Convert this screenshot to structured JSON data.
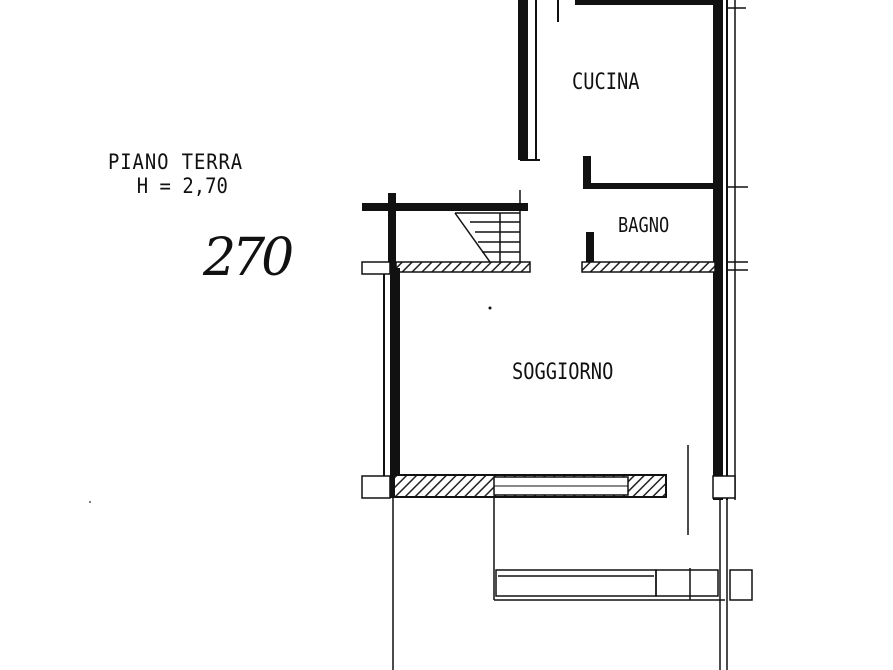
{
  "floor": {
    "name": "PIANO TERRA",
    "height_label": "H = 2,70",
    "handwritten_note": "270"
  },
  "rooms": {
    "kitchen": "CUCINA",
    "bathroom": "BAGNO",
    "living_room": "SOGGIORNO"
  },
  "colors": {
    "wall": "#111111",
    "hatch": "#222222",
    "background": "#ffffff"
  }
}
